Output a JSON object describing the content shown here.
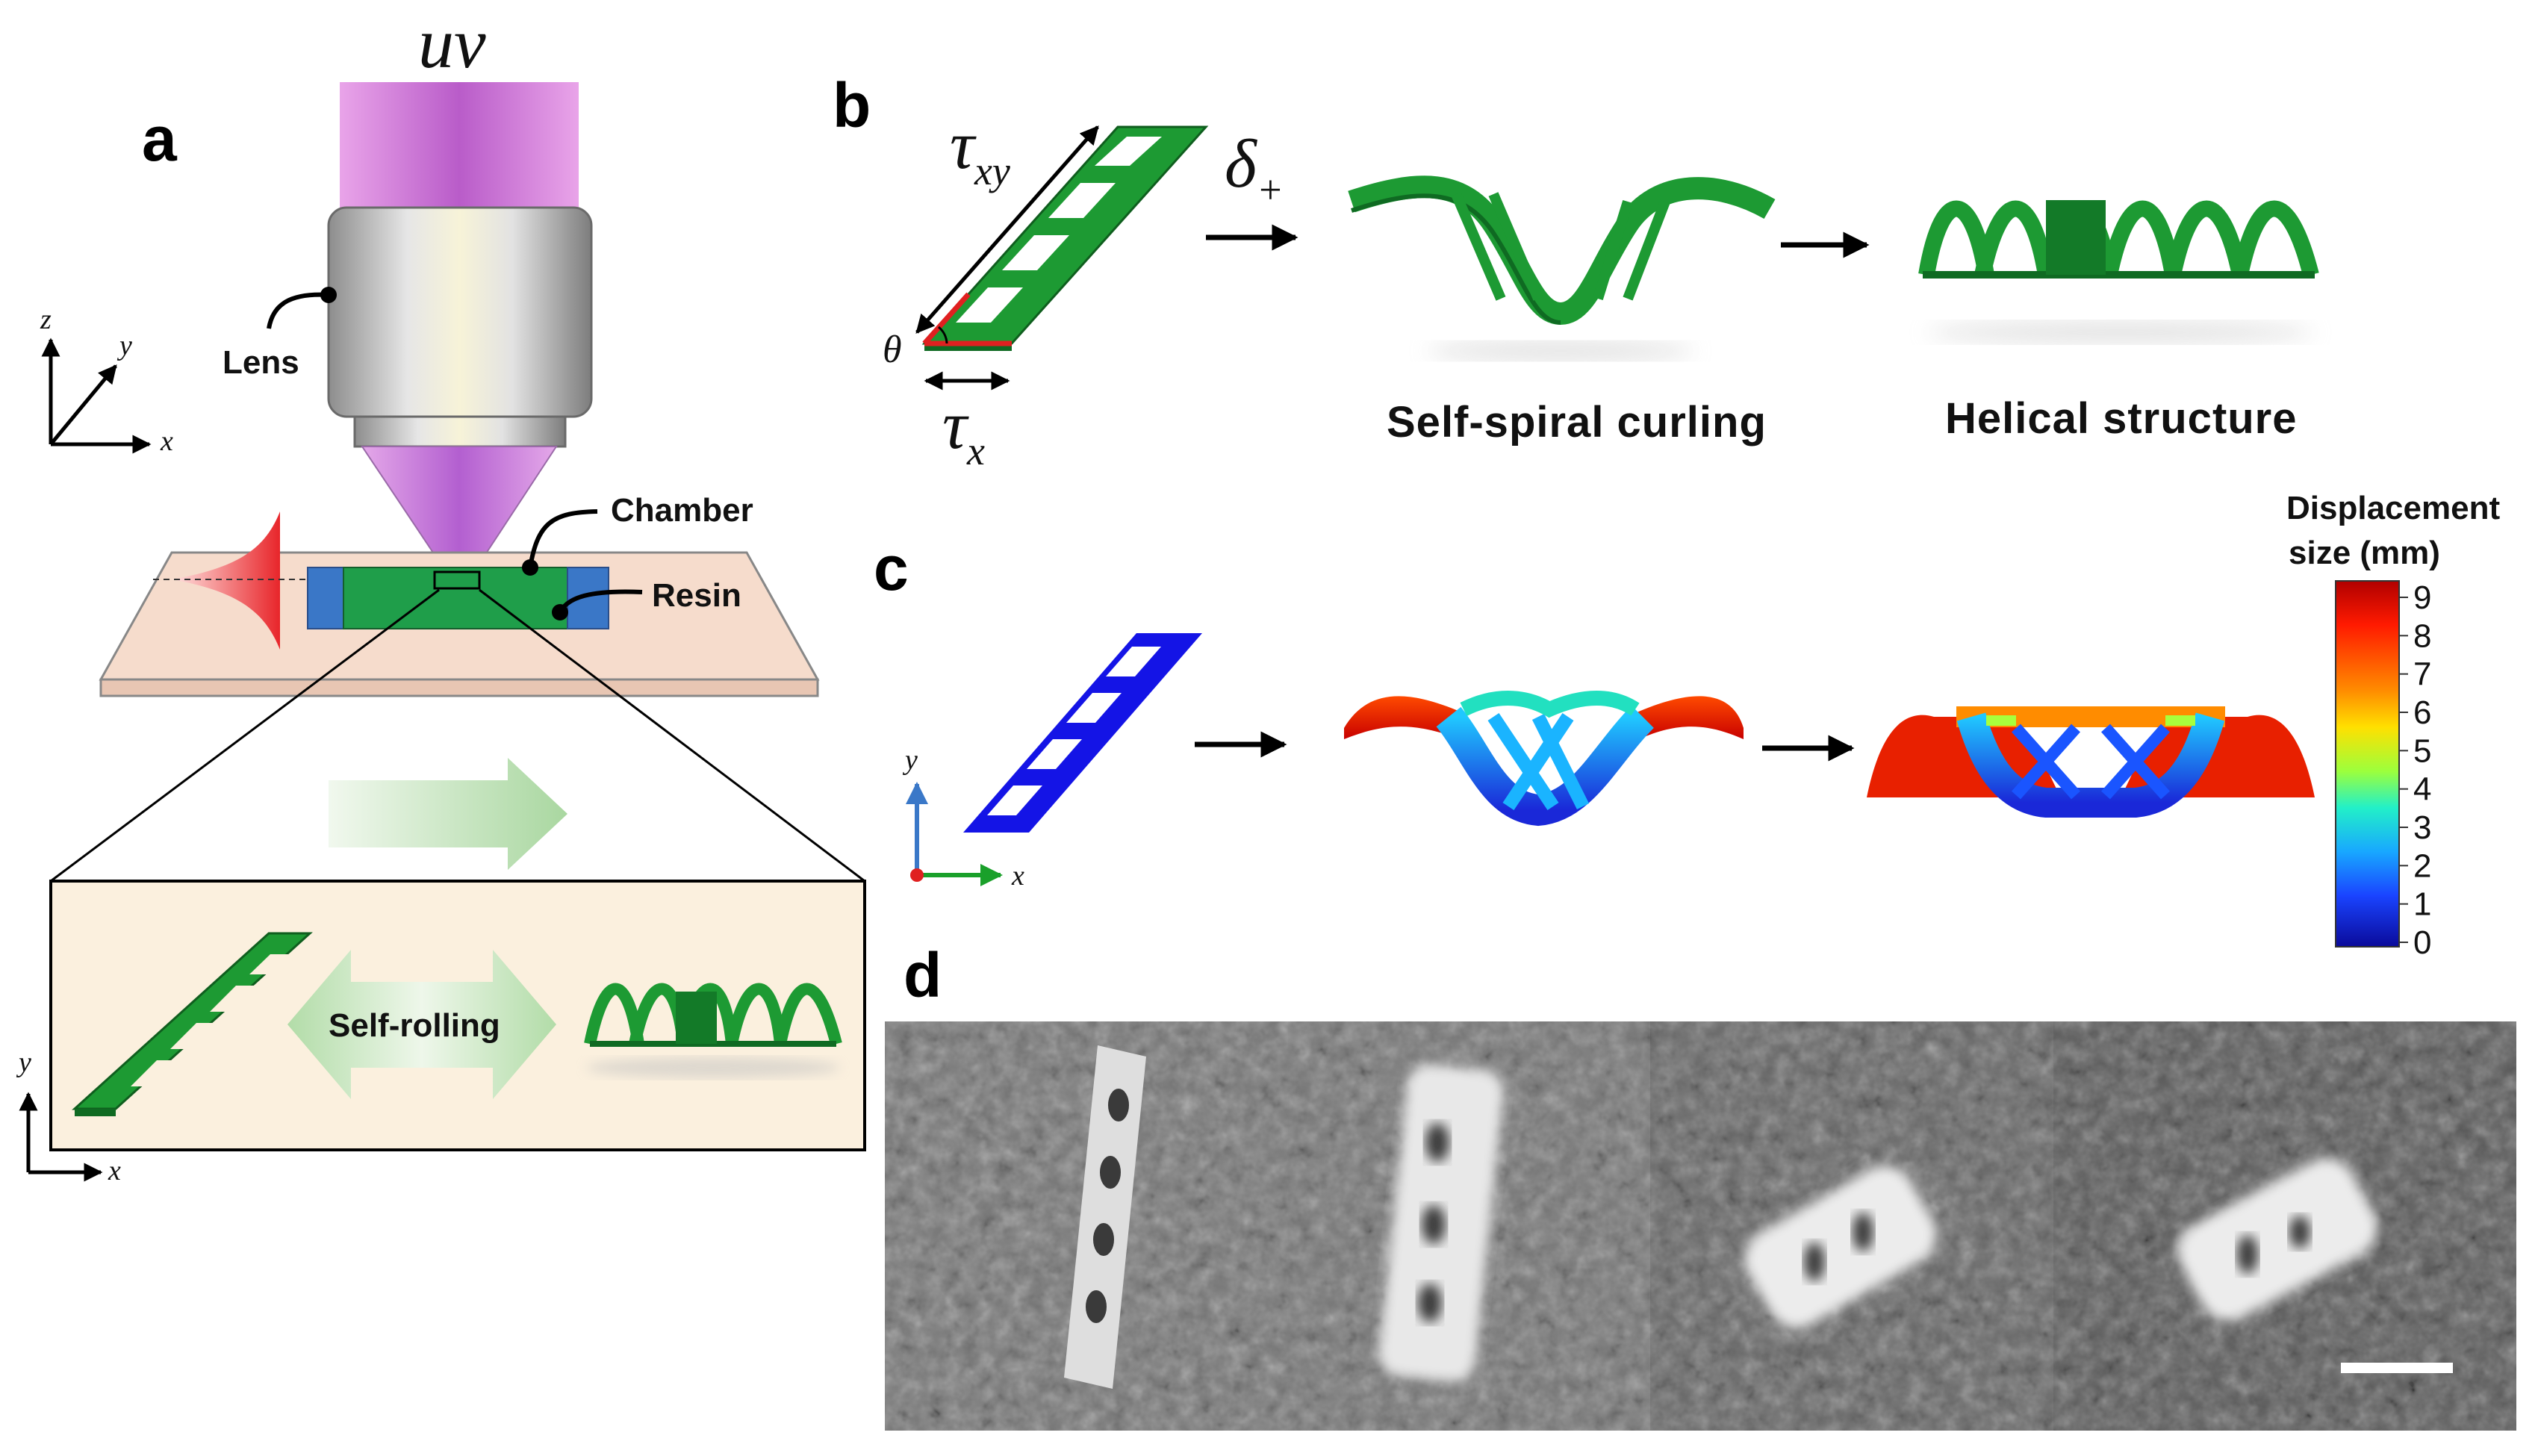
{
  "panels": {
    "a": "a",
    "b": "b",
    "c": "c",
    "d": "d"
  },
  "panel_a": {
    "uv": "uv",
    "lens": "Lens",
    "chamber": "Chamber",
    "resin": "Resin",
    "self_rolling": "Self-rolling",
    "axes_top": {
      "z": "z",
      "y": "y",
      "x": "x"
    },
    "axes_bottom": {
      "y": "y",
      "x": "x"
    }
  },
  "panel_b": {
    "tau": "τ",
    "tau_xy_sub": "xy",
    "tau_x_sub": "x",
    "theta": "θ",
    "delta": "δ",
    "delta_sub": "+",
    "self_spiral": "Self-spiral curling",
    "helical": "Helical structure"
  },
  "panel_c": {
    "axes": {
      "y": "y",
      "x": "x"
    },
    "colorbar_title_1": "Displacement",
    "colorbar_title_2": "size (mm)",
    "colorbar_ticks": [
      "9",
      "8",
      "7",
      "6",
      "5",
      "4",
      "3",
      "2",
      "1",
      "0"
    ],
    "colorbar_colors": [
      "#c00000",
      "#ff2a00",
      "#ff8c00",
      "#ffd400",
      "#a8ff3c",
      "#2cf2c8",
      "#1ab4ff",
      "#1a55ff",
      "#0a14c8"
    ]
  }
}
